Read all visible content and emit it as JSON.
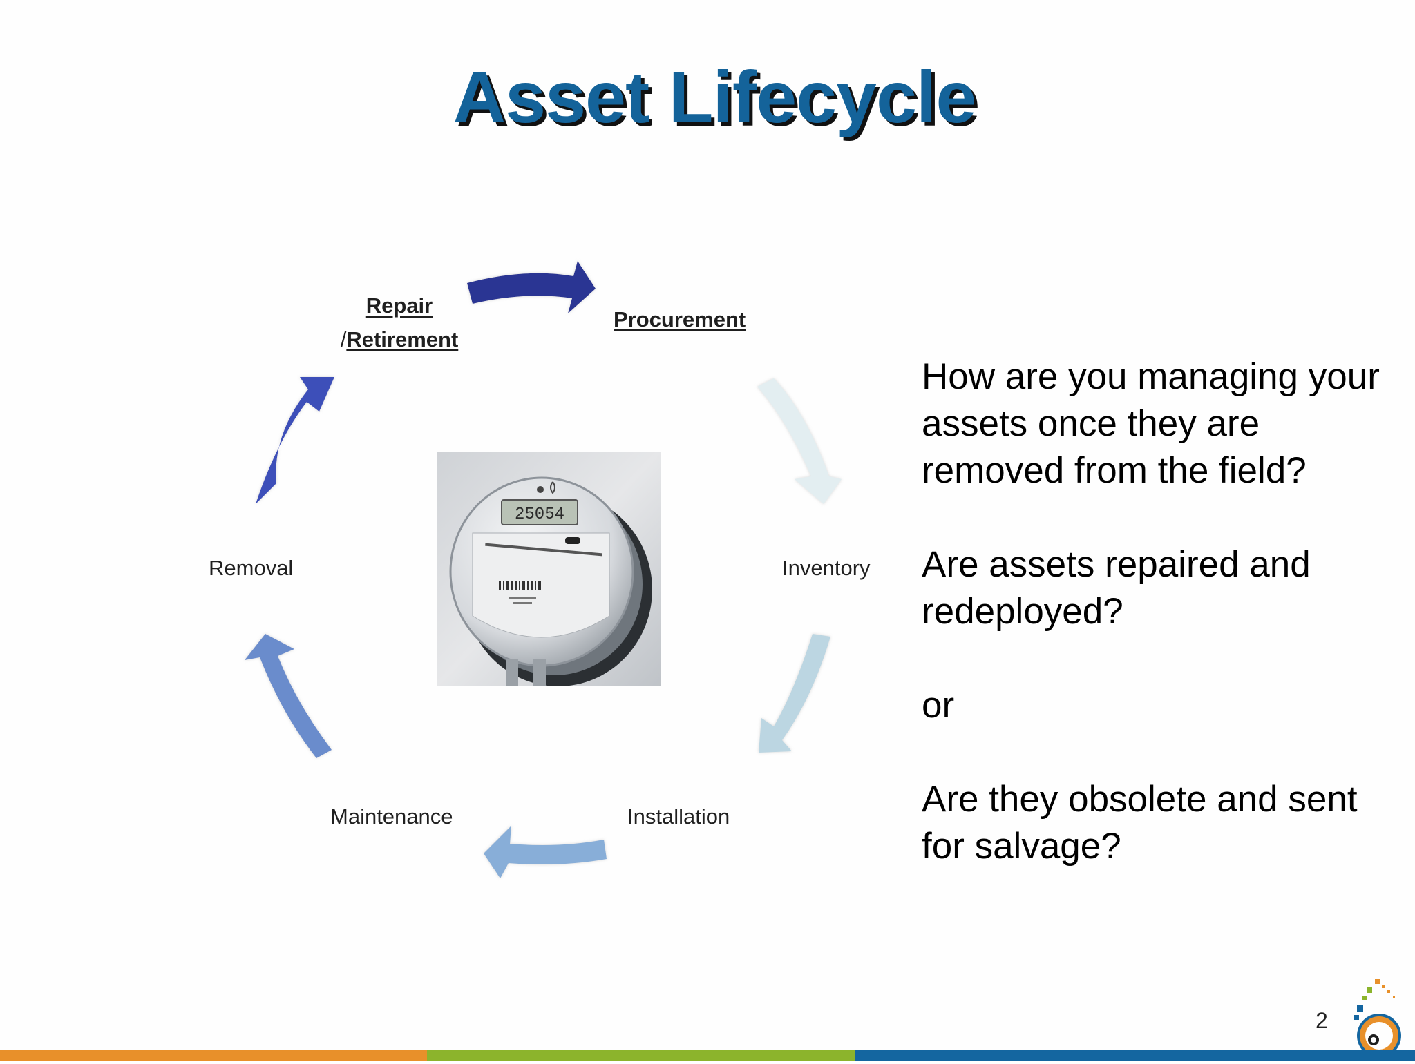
{
  "slide": {
    "title": "Asset Lifecycle",
    "page_number": "2"
  },
  "cycle": {
    "center_image": "electric-meter-photo",
    "meter_reading": "25054",
    "stages": {
      "repair_top": "Repair",
      "repair_prefix": "/",
      "retirement": "Retirement",
      "procurement": "Procurement",
      "inventory": "Inventory",
      "installation": "Installation",
      "maintenance": "Maintenance",
      "removal": "Removal"
    },
    "arrow_colors": {
      "repair_to_procurement": "#2b3593",
      "procurement_to_inventory": "#e3eef1",
      "inventory_to_installation": "#bcd6e2",
      "installation_to_maintenance": "#88aed8",
      "maintenance_to_removal": "#6b8ccc",
      "removal_to_repair": "#3d4fb9"
    }
  },
  "questions": {
    "q1": "How are you managing your assets once they are removed from the field?",
    "q2": "Are assets repaired and redeployed?",
    "or": "or",
    "q3": "Are they obsolete and sent for salvage?"
  },
  "footer": {
    "colors": [
      "#e8902a",
      "#8cb42c",
      "#1466a0"
    ]
  },
  "title_color": "#14639a"
}
